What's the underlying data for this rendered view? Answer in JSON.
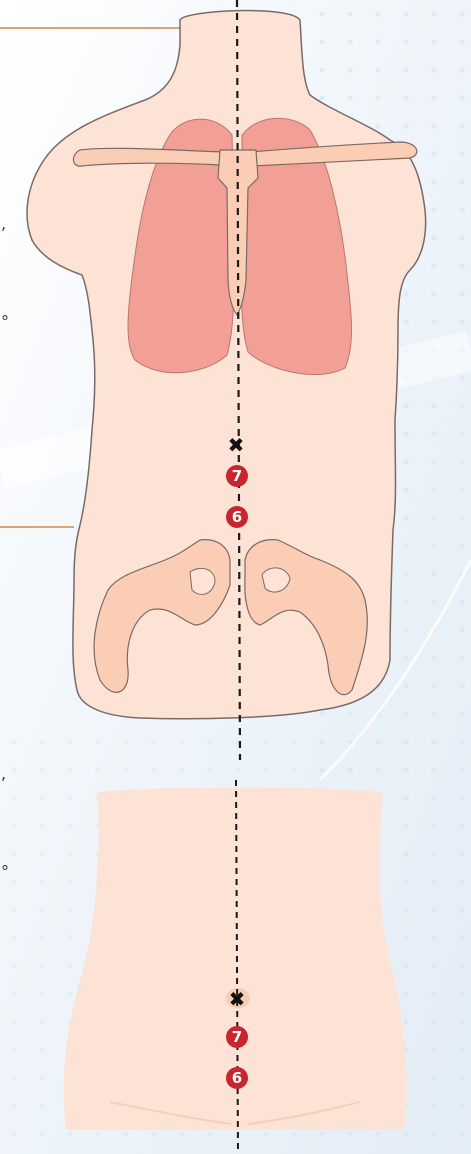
{
  "colors": {
    "skin": "#fde3d6",
    "skin_outline": "#7a6a66",
    "lung": "#f2a096",
    "bone": "#fbcdb5",
    "marker_red": "#c8252e",
    "pointer_line": "#d8a673",
    "midline": "#1a1a1a",
    "background": "#f2f7fb"
  },
  "figures": [
    {
      "view": "torso-with-skeleton",
      "cross_marker": "✖",
      "points": [
        {
          "label": "7"
        },
        {
          "label": "6"
        }
      ]
    },
    {
      "view": "abdomen",
      "cross_marker": "✖",
      "points": [
        {
          "label": "7"
        },
        {
          "label": "6"
        }
      ]
    }
  ],
  "edge_glyphs": [
    ",",
    "°",
    ",",
    "°"
  ]
}
